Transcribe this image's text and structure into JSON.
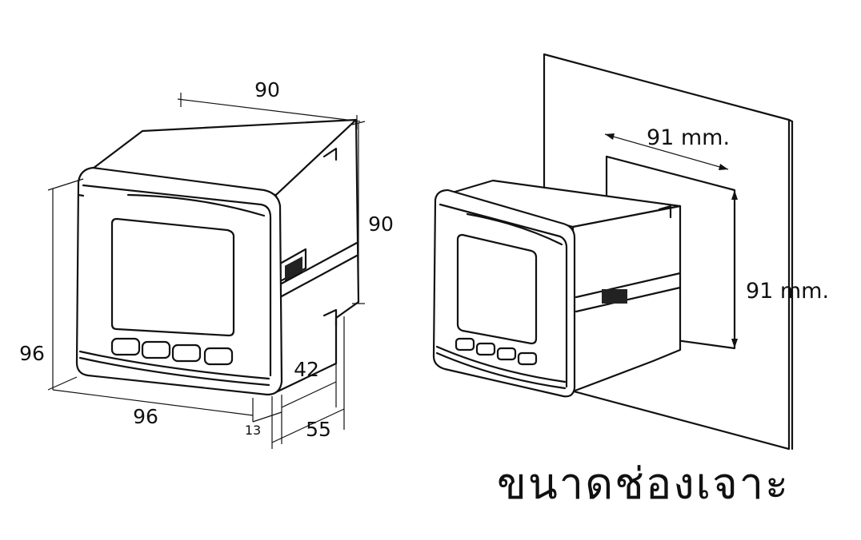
{
  "dimensions": {
    "top_width": "90",
    "side_height": "90",
    "front_height": "96",
    "front_width": "96",
    "bezel_depth": "13",
    "body_depth": "42",
    "total_depth": "55"
  },
  "cutout": {
    "width_label": "91 mm.",
    "height_label": "91 mm."
  },
  "caption": "ขนาดช่องเจาะ",
  "colors": {
    "line": "#111111",
    "background": "#ffffff"
  }
}
